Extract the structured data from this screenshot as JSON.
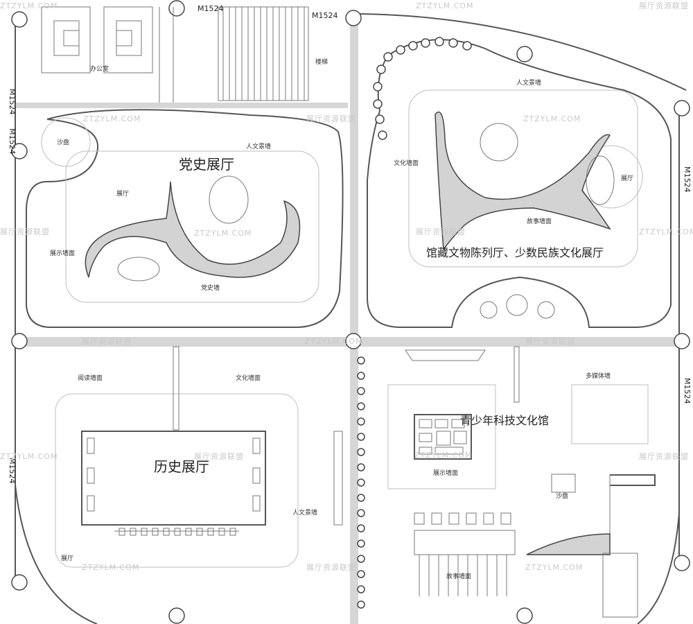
{
  "halls": {
    "party_history": "党史展厅",
    "relics": "馆藏文物陈列厅、少数民族文化展厅",
    "history": "历史展厅",
    "youth_tech": "青少年科技文化馆"
  },
  "labels": {
    "office": "办公室",
    "stair": "楼梯",
    "entrance": "人文景墙",
    "display_wall": "展示墙面",
    "sand_table": "沙盘",
    "party_wall": "党史墙",
    "side_hall": "展厅",
    "culture_wall": "文化墙面",
    "story_wall": "故事墙面",
    "reading_wall": "阅读墙面",
    "multimedia": "多媒体墙"
  },
  "doors": [
    "M1524",
    "M1524",
    "M1524",
    "M1524",
    "M1524",
    "M1524"
  ],
  "door_small": "M1524",
  "watermarks": {
    "latin": "ZTZYLM.COM",
    "cn": "展厅资源联盟"
  }
}
